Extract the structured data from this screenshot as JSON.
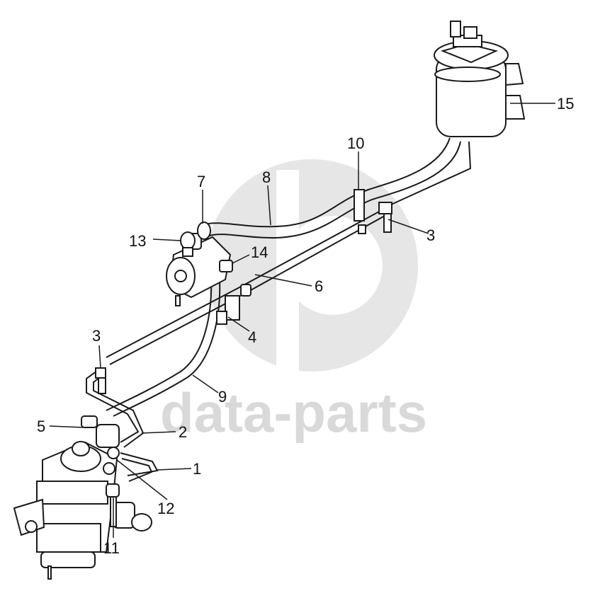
{
  "watermark": {
    "text": "data-parts",
    "color": "#d9d9d9"
  },
  "callouts": [
    {
      "id": "1",
      "label": "1"
    },
    {
      "id": "2",
      "label": "2"
    },
    {
      "id": "3a",
      "label": "3"
    },
    {
      "id": "3b",
      "label": "3"
    },
    {
      "id": "4",
      "label": "4"
    },
    {
      "id": "5",
      "label": "5"
    },
    {
      "id": "6",
      "label": "6"
    },
    {
      "id": "7",
      "label": "7"
    },
    {
      "id": "8",
      "label": "8"
    },
    {
      "id": "9",
      "label": "9"
    },
    {
      "id": "10",
      "label": "10"
    },
    {
      "id": "11",
      "label": "11"
    },
    {
      "id": "12",
      "label": "12"
    },
    {
      "id": "13",
      "label": "13"
    },
    {
      "id": "14",
      "label": "14"
    },
    {
      "id": "15",
      "label": "15"
    }
  ]
}
